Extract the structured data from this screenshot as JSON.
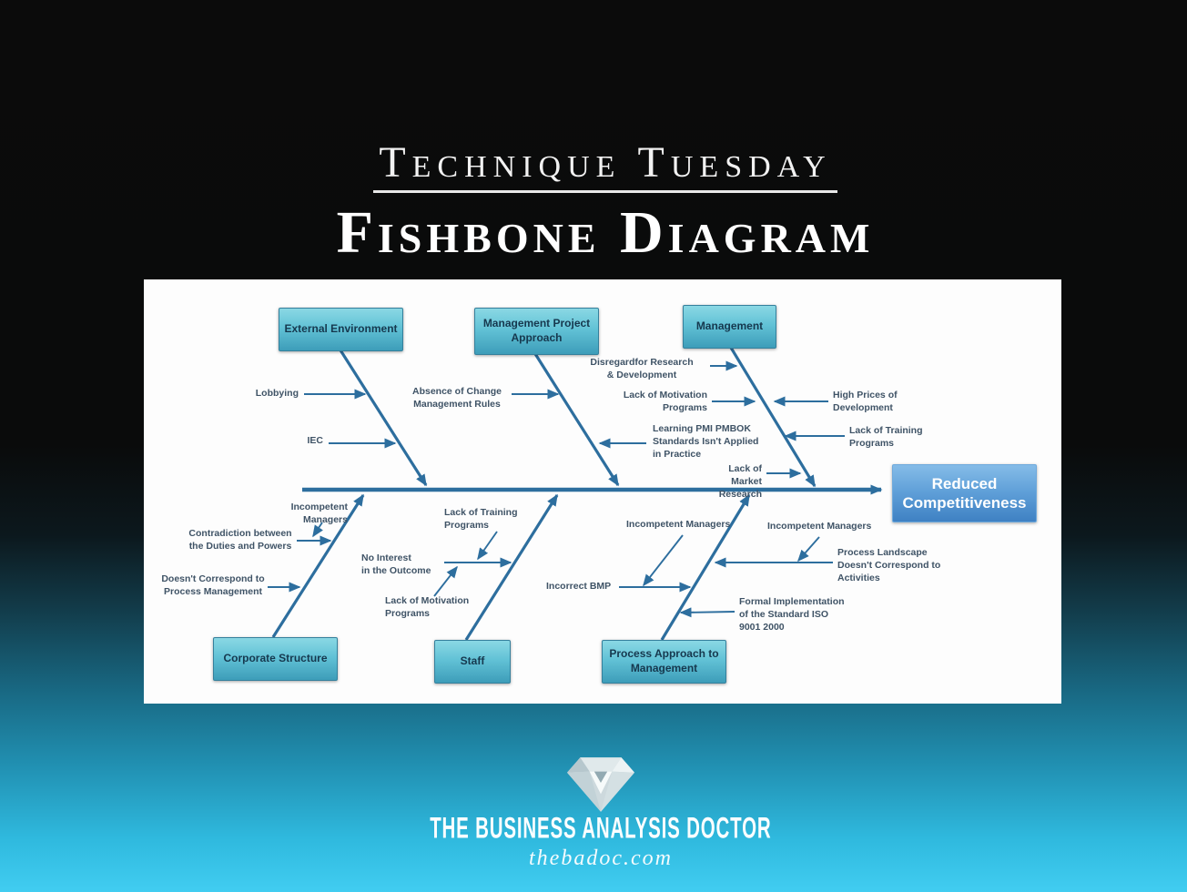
{
  "title": {
    "kicker": "Technique Tuesday",
    "heading": "Fishbone Diagram"
  },
  "diagram": {
    "effect_label": "Reduced Competitiveness",
    "categories": [
      {
        "label": "External Environment"
      },
      {
        "label": "Management Project Approach"
      },
      {
        "label": "Management"
      },
      {
        "label": "Corporate Structure"
      },
      {
        "label": "Staff"
      },
      {
        "label": "Process Approach to Management"
      }
    ],
    "causes": [
      {
        "text": "Lobbying"
      },
      {
        "text": "IEC"
      },
      {
        "text": "Absence of Change\nManagement Rules"
      },
      {
        "text": "Disregardfor Research\n& Development"
      },
      {
        "text": "Lack of Motivation\nPrograms"
      },
      {
        "text": "High Prices of\nDevelopment"
      },
      {
        "text": "Lack of Training\nPrograms"
      },
      {
        "text": "Learning PMI PMBOK\nStandards Isn't Applied\nin Practice"
      },
      {
        "text": "Lack of\nMarket Research"
      },
      {
        "text": "Incompetent\nManagers"
      },
      {
        "text": "Contradiction between\nthe Duties and Powers"
      },
      {
        "text": "Doesn't Correspond to\nProcess Management"
      },
      {
        "text": "Lack of Training\nPrograms"
      },
      {
        "text": "No Interest\nin the Outcome"
      },
      {
        "text": "Lack of Motivation\nPrograms"
      },
      {
        "text": "Incompetent Managers"
      },
      {
        "text": "Incorrect BMP"
      },
      {
        "text": "Incompetent Managers"
      },
      {
        "text": "Process Landscape\nDoesn't Correspond to\nActivities"
      },
      {
        "text": "Formal Implementation\nof the Standard ISO\n9001 2000"
      }
    ],
    "colors": {
      "bone_stroke": "#2d6e9e",
      "category_box_top": "#8ad8e4",
      "category_box_bottom": "#3d9db9",
      "effect_box_top": "#85bce8",
      "effect_box_bottom": "#3f81c3",
      "label_text": "#3f5366"
    }
  },
  "footer": {
    "brand": "The Business Analysis Doctor",
    "site": "thebadoc.com"
  },
  "background": {
    "top": "#0b0b0b",
    "bottom": "#41cdf1"
  }
}
